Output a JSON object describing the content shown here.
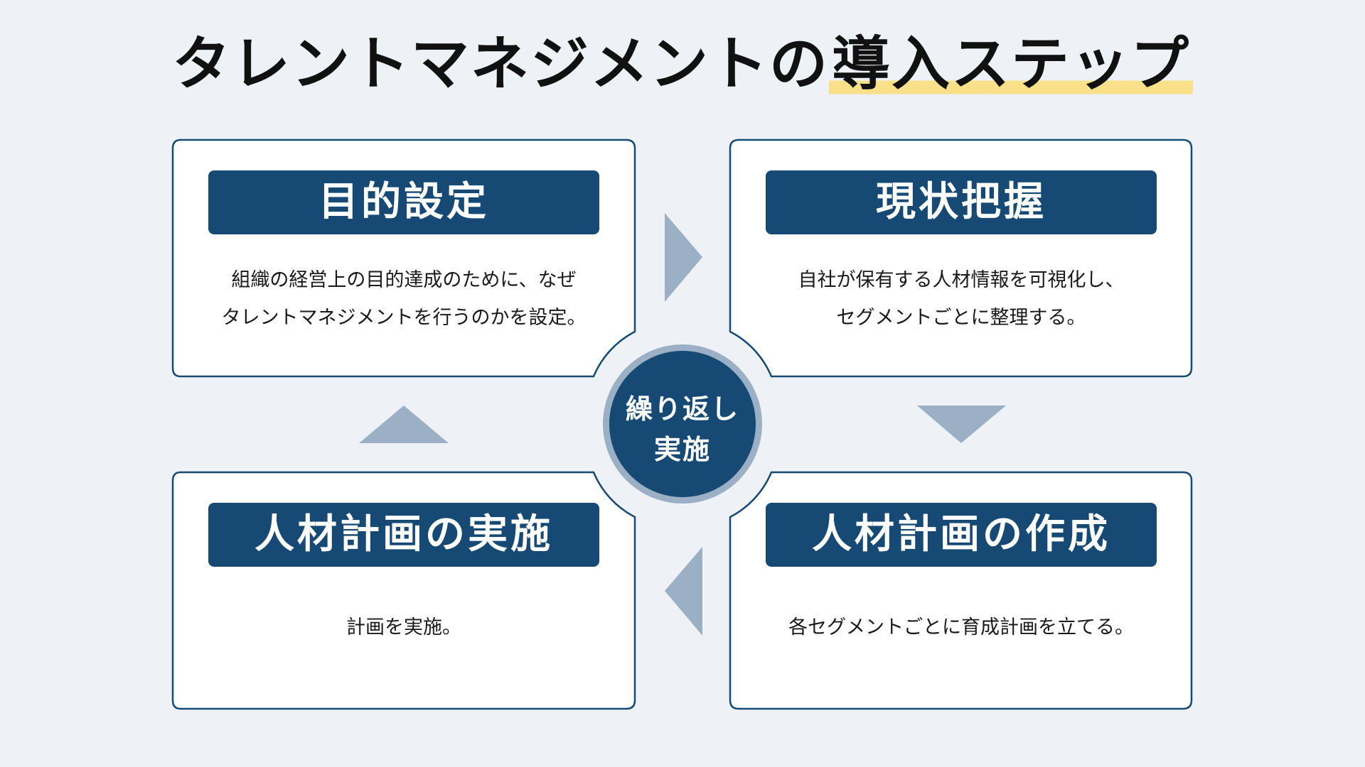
{
  "title": {
    "main": "タレントマネジメントの",
    "highlight": "導入ステップ"
  },
  "center": {
    "line1": "繰り返し",
    "line2": "実施"
  },
  "steps": [
    {
      "heading": "目的設定",
      "lines": [
        "組織の経営上の目的達成のために、なぜ",
        "タレントマネジメントを行うのかを設定。"
      ]
    },
    {
      "heading": "現状把握",
      "lines": [
        "自社が保有する人材情報を可視化し、",
        "セグメントごとに整理する。"
      ]
    },
    {
      "heading": "人材計画の作成",
      "lines": [
        "各セグメントごとに育成計画を立てる。"
      ]
    },
    {
      "heading": "人材計画の実施",
      "lines": [
        "計画を実施。"
      ]
    }
  ],
  "colors": {
    "background": "#eef2f6",
    "navy": "#164a74",
    "arrow": "#9bb0c4",
    "ring": "#9bb0c4",
    "highlight": "#fbe08a"
  }
}
